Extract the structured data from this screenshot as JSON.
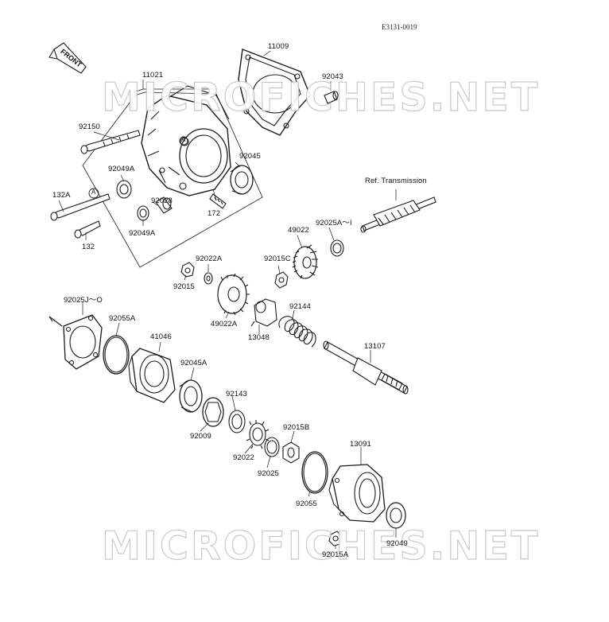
{
  "diagram_code": "E3131-0019",
  "front_label": "FRONT",
  "watermark_text": "MICROFICHES.NET",
  "ref_label": "Ref. Transmission",
  "callout_letter": "A",
  "parts": [
    {
      "id": "11009"
    },
    {
      "id": "92043"
    },
    {
      "id": "11021"
    },
    {
      "id": "92150"
    },
    {
      "id": "92045"
    },
    {
      "id": "92049A"
    },
    {
      "id": "132A"
    },
    {
      "id": "92028"
    },
    {
      "id": "172"
    },
    {
      "id": "92049A"
    },
    {
      "id": "132"
    },
    {
      "id": "92022A"
    },
    {
      "id": "92015"
    },
    {
      "id": "92015C"
    },
    {
      "id": "49022"
    },
    {
      "id": "92025A～I"
    },
    {
      "id": "49022A"
    },
    {
      "id": "13048"
    },
    {
      "id": "92144"
    },
    {
      "id": "92025J～O"
    },
    {
      "id": "92055A"
    },
    {
      "id": "41046"
    },
    {
      "id": "92045A"
    },
    {
      "id": "92143"
    },
    {
      "id": "13107"
    },
    {
      "id": "92009"
    },
    {
      "id": "92022"
    },
    {
      "id": "92015B"
    },
    {
      "id": "92025"
    },
    {
      "id": "13091"
    },
    {
      "id": "92055"
    },
    {
      "id": "92049"
    },
    {
      "id": "92015A"
    }
  ],
  "colors": {
    "line": "#1a1a1a",
    "watermark_outline": "#c4c4c4",
    "background": "#ffffff"
  }
}
